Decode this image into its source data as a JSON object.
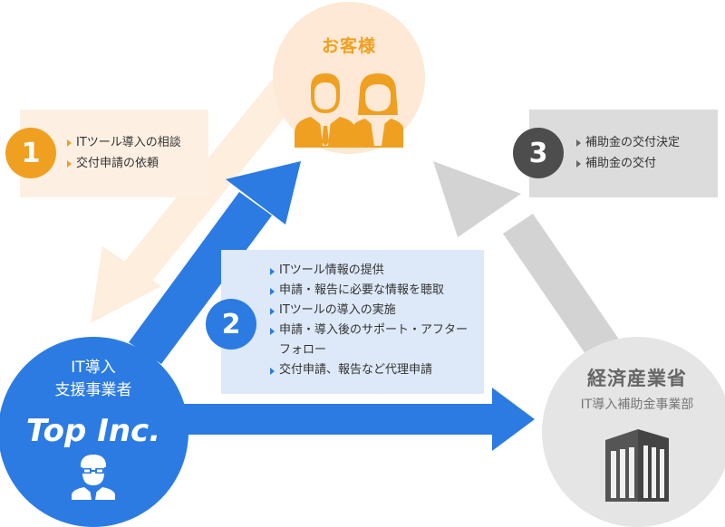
{
  "customer": {
    "title": "お客様"
  },
  "vendor": {
    "line1": "IT導入",
    "line2": "支援事業者",
    "brand": "Top Inc."
  },
  "ministry": {
    "title": "経済産業省",
    "sub": "IT導入補助金事業部"
  },
  "steps": [
    {
      "number": "1",
      "items": [
        "ITツール導入の相談",
        "交付申請の依頼"
      ]
    },
    {
      "number": "2",
      "items": [
        "ITツール情報の提供",
        "申請・報告に必要な情報を聴取",
        "ITツールの導入の実施",
        "申請・導入後のサポート・アフターフォロー",
        "交付申請、報告など代理申請"
      ]
    },
    {
      "number": "3",
      "items": [
        "補助金の交付決定",
        "補助金の交付"
      ]
    }
  ],
  "colors": {
    "customer": "#fde9d5",
    "customer_accent": "#f0a020",
    "vendor": "#2b7be3",
    "ministry": "#e5e5e5",
    "arrow_peach": "#fdeedd",
    "arrow_gray": "#d3d3d3",
    "arrow_blue": "#2b7be3"
  },
  "icons": [
    "customer-people-icon",
    "vendor-person-icon",
    "building-icon"
  ]
}
